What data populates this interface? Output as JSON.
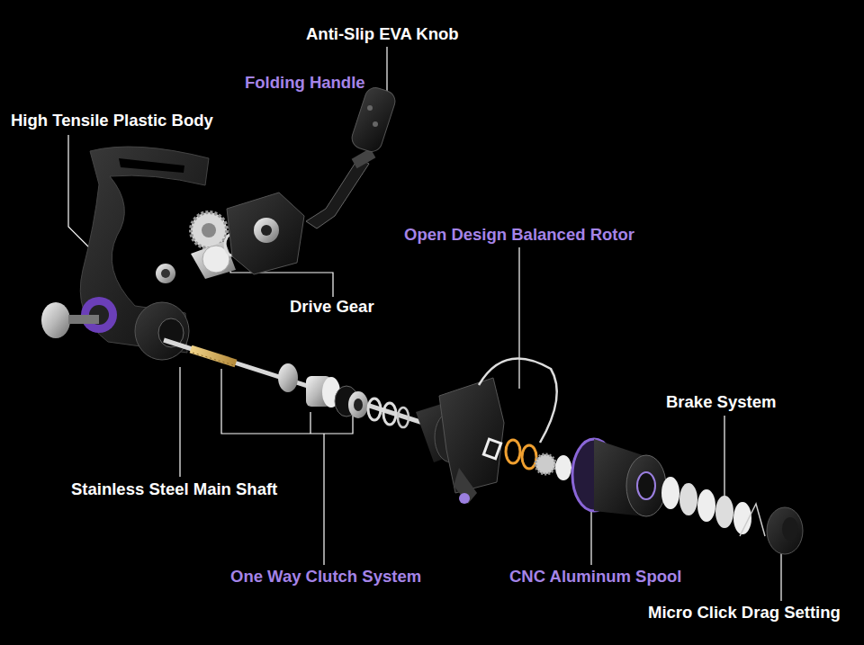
{
  "diagram": {
    "labels": [
      "Anti-Slip EVA Knob",
      "Folding Handle",
      "High Tensile Plastic Body",
      "Drive Gear",
      "Open Design Balanced Rotor",
      "Brake System",
      "Stainless Steel Main Shaft",
      "One Way Clutch System",
      "CNC Aluminum Spool",
      "Micro Click Drag Setting"
    ]
  }
}
